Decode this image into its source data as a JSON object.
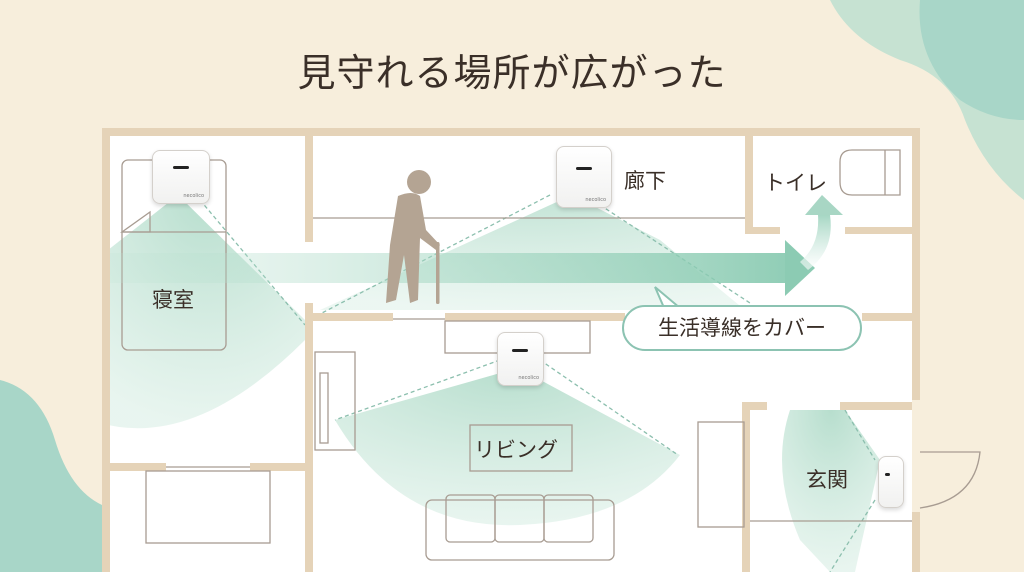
{
  "title": "見守れる場所が広がった",
  "rooms": {
    "bedroom": "寝室",
    "hallway": "廊下",
    "toilet": "トイレ",
    "living": "リビング",
    "entrance": "玄関"
  },
  "callout": "生活導線をカバー",
  "device": {
    "brand": "necolico"
  },
  "colors": {
    "background": "#f7eedc",
    "wall": "#e5d3b8",
    "floor": "#ffffff",
    "coverage": "#a8d8c4",
    "arrow": "#8ccbb3",
    "blob_light": "#c6e2d2",
    "blob_dark": "#a8d6c8",
    "text": "#3a2f28",
    "person": "#b4a493"
  }
}
